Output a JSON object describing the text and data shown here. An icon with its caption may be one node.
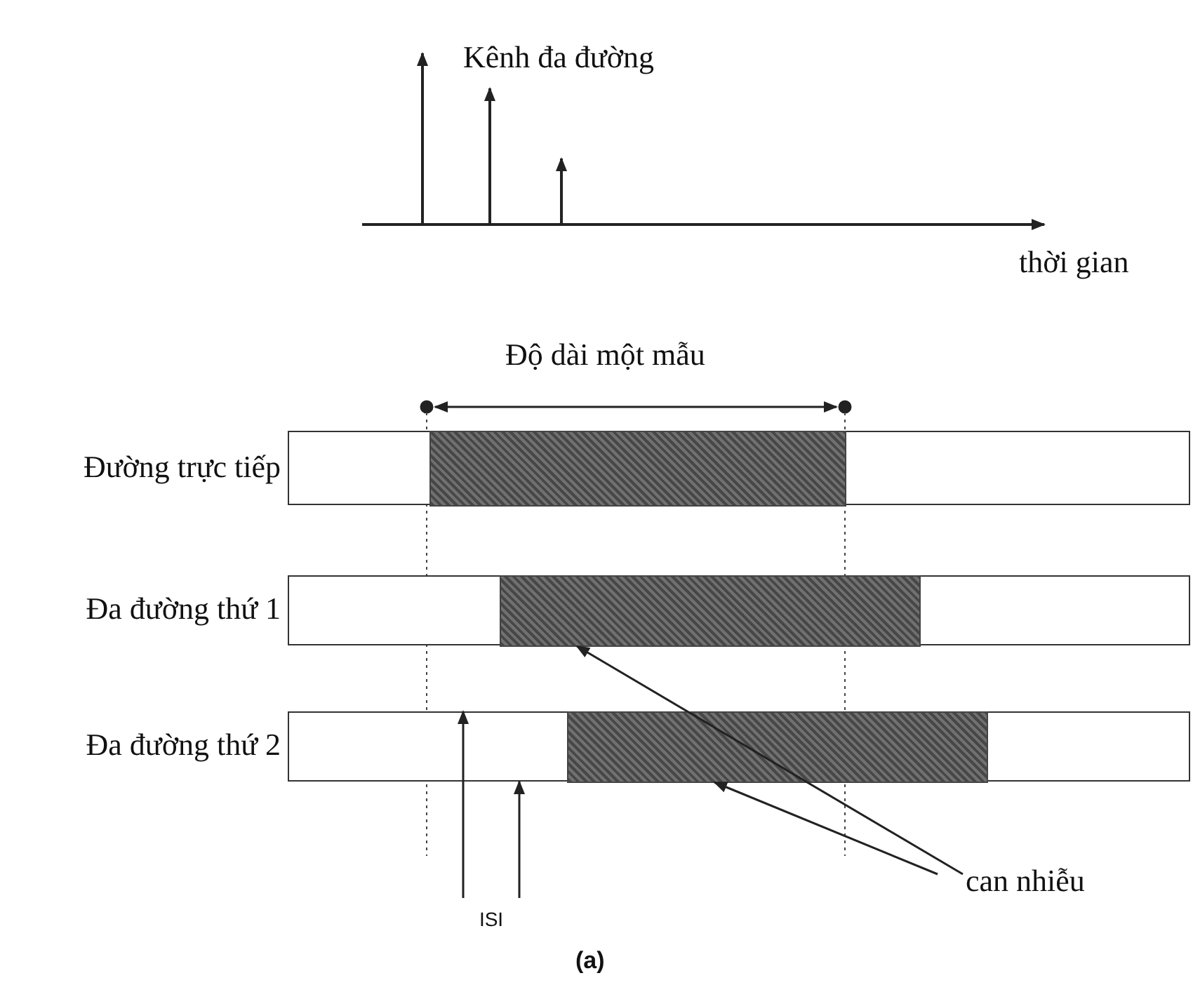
{
  "diagram": {
    "caption": "(a)",
    "nodes": [
      {
        "text": [
          "Đường trực tiếp"
        ]
      },
      {
        "text": [],
        "shape": "box",
        "in": 0
      },
      {
        "text": [
          "Đa đường thứ 1"
        ]
      },
      {
        "text": [],
        "shape": "box",
        "in": 2
      },
      {
        "text": [
          "Đa đường thứ 2"
        ]
      },
      {
        "text": [],
        "shape": "box",
        "in": 4
      },
      {
        "text": [
          "can nhiễu"
        ]
      },
      {
        "text": [
          "ISI"
        ]
      }
    ],
    "edges": [
      {
        "from": 6,
        "to": 3,
        "arrow": "to"
      },
      {
        "from": 6,
        "to": 5,
        "arrow": "to"
      },
      {
        "from": 7,
        "to": 4,
        "arrow": "to"
      },
      {
        "from": 7,
        "to": 4,
        "arrow": "to"
      }
    ],
    "labels": [
      "Kênh đa đường",
      "thời gian",
      "Độ dài một mẫu"
    ]
  }
}
